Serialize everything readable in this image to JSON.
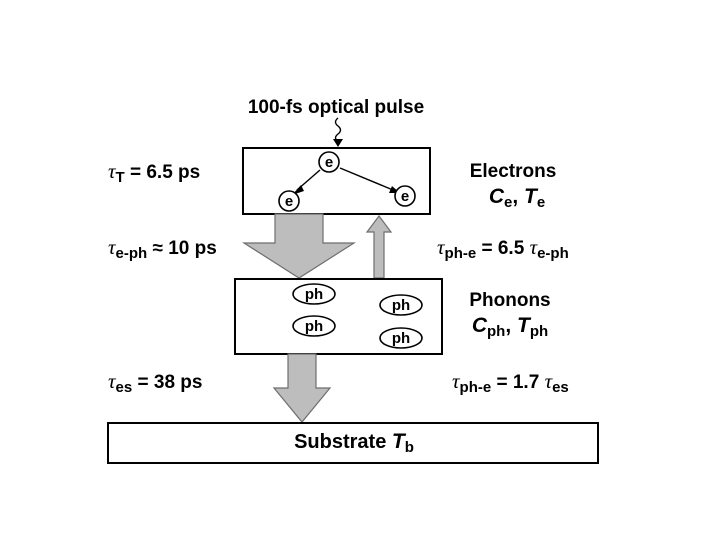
{
  "pulse_label": "100-fs optical pulse",
  "electron_box": {
    "particle": "e",
    "name": "Electrons",
    "props": {
      "c": "C",
      "c_sub": "e",
      "sep": ", ",
      "t": "T",
      "t_sub": "e"
    }
  },
  "phonon_box": {
    "particle": "ph",
    "name": "Phonons",
    "props": {
      "c": "C",
      "c_sub": "ph",
      "sep": ", ",
      "t": "T",
      "t_sub": "ph"
    }
  },
  "substrate": {
    "text": "Substrate ",
    "t": "T",
    "t_sub": "b"
  },
  "labels": {
    "tau_T": {
      "sym": "τ",
      "sub": "T",
      "rest": " = 6.5 ps"
    },
    "tau_eph": {
      "sym": "τ",
      "sub": "e-ph",
      "rest": " ≈ 10 ps"
    },
    "tau_phe1": {
      "sym": "τ",
      "sub": "ph-e",
      "rest": " = 6.5 ",
      "sym2": "τ",
      "sub2": "e-ph"
    },
    "tau_es": {
      "sym": "τ",
      "sub": "es",
      "rest": " = 38 ps"
    },
    "tau_phe2": {
      "sym": "τ",
      "sub": "ph-e",
      "rest": " = 1.7 ",
      "sym2": "τ",
      "sub2": "es"
    }
  },
  "colors": {
    "arrow_fill": "#bdbdbd",
    "arrow_stroke": "#6e6e6e",
    "line": "#000000"
  }
}
